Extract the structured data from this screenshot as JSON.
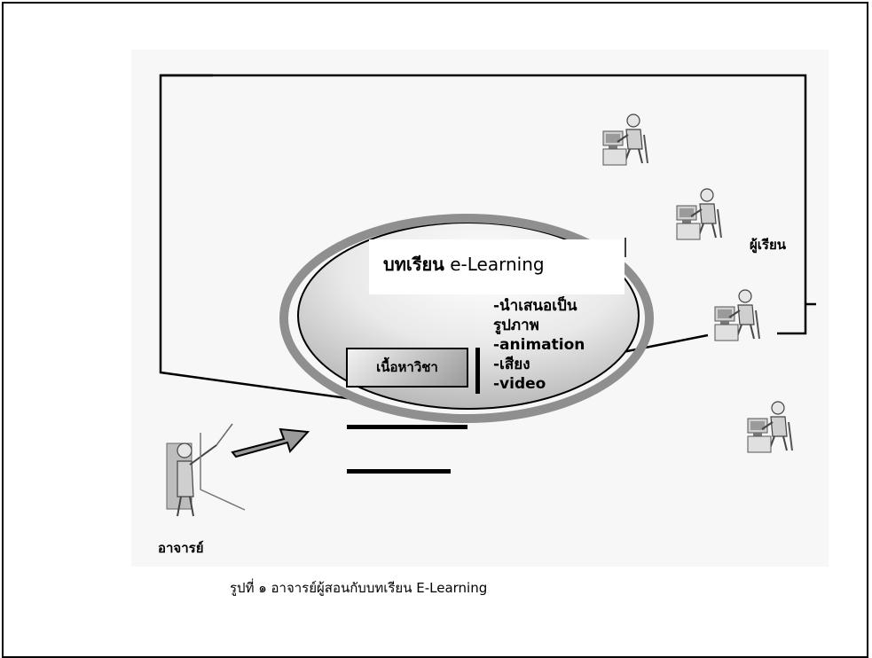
{
  "diagram": {
    "lesson_title_bold": "บทเรียน",
    "lesson_title_rest": " e-Learning",
    "content_box_label": "เนื้อหาวิชา",
    "features": [
      "-นำเสนอเป็น",
      "รูปภาพ",
      "-animation",
      "-เสียง",
      "-video"
    ],
    "learner_label": "ผู้เรียน",
    "teacher_label": "อาจารย์",
    "caption": "รูปที่ ๑  อาจารย์ผู้สอนกับบทเรียน E-Learning"
  },
  "icons": {
    "learner": "computer-user-icon",
    "teacher": "teacher-pointing-icon",
    "arrow": "right-arrow-icon"
  }
}
